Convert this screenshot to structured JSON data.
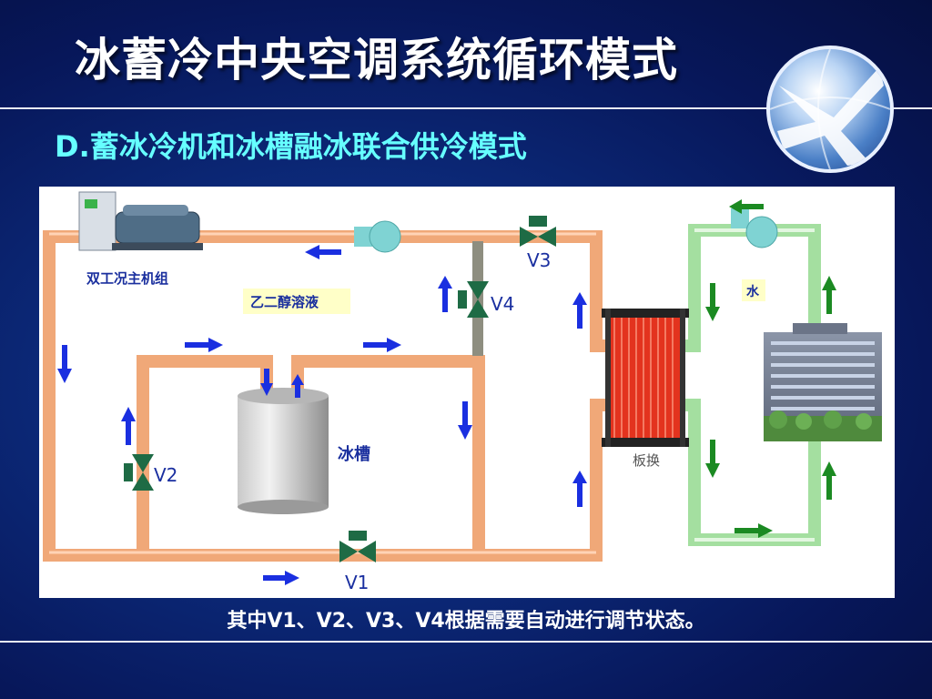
{
  "slide": {
    "title": "冰蓄冷中央空调系统循环模式",
    "subtitle": "D.蓄冰冷机和冰槽融冰联合供冷模式",
    "footnote": "其中V1、V2、V3、V4根据需要自动进行调节状态。"
  },
  "diagram": {
    "chiller_label": "双工况主机组",
    "glycol_label": "乙二醇溶液",
    "ice_tank_label": "冰槽",
    "heat_exchanger_label": "板换",
    "water_label": "水",
    "valves": [
      "V1",
      "V2",
      "V3",
      "V4"
    ]
  },
  "colors": {
    "glycol_pipe": "#f0a878",
    "water_pipe": "#a4dfa0",
    "flow_arrow_glycol": "#1a2fe0",
    "flow_arrow_water": "#1b8a22",
    "valve": "#1e6b45",
    "subtitle": "#66ffff"
  }
}
